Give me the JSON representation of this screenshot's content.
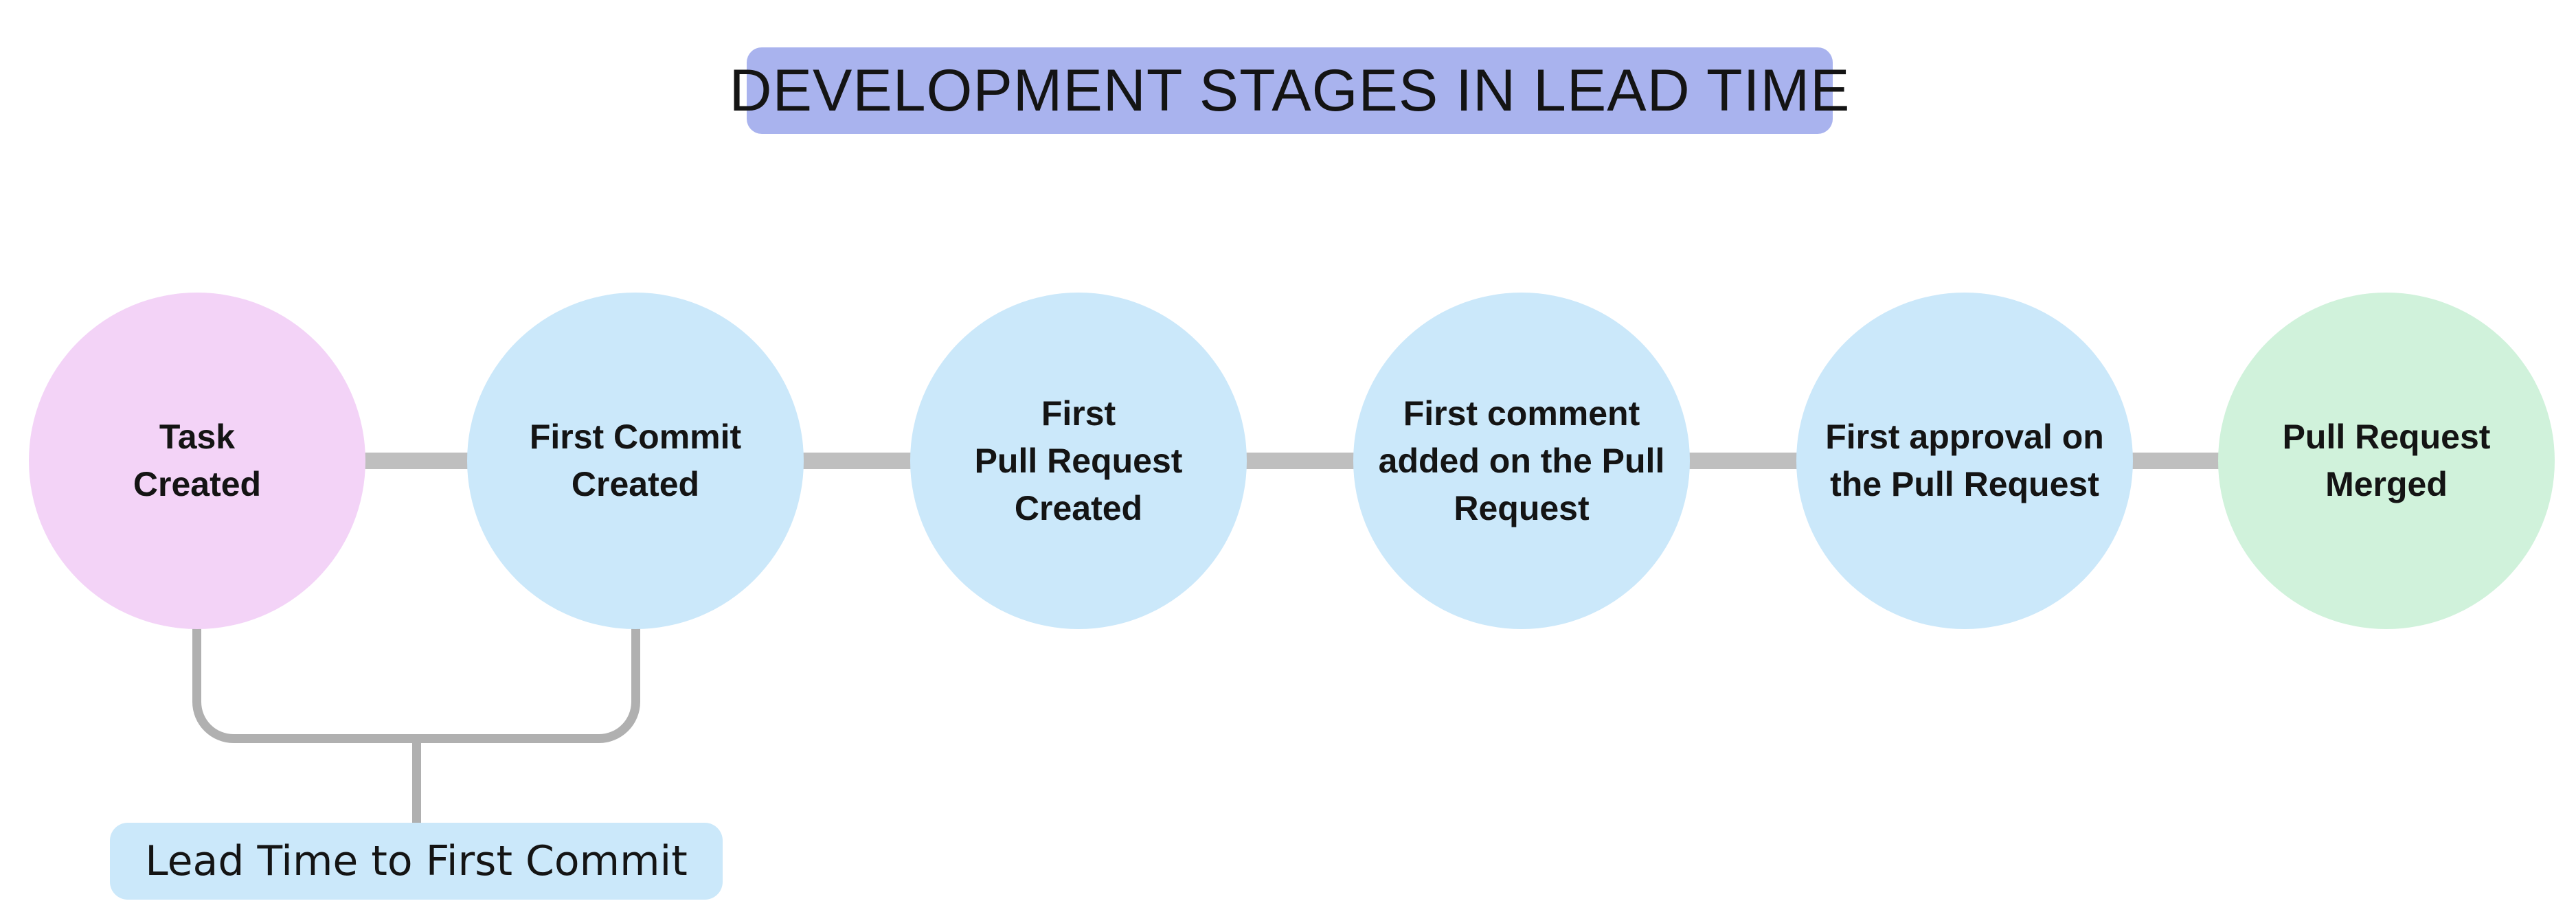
{
  "title": {
    "text": "DEVELOPMENT STAGES IN LEAD TIME",
    "bg_color": "#a9b3ee"
  },
  "stages": [
    {
      "label": "Task\nCreated",
      "fill_color": "#f3d3f7"
    },
    {
      "label": "First Commit\nCreated",
      "fill_color": "#cbe8fa"
    },
    {
      "label": "First\nPull Request\nCreated",
      "fill_color": "#cbe8fa"
    },
    {
      "label": "First comment\nadded on the Pull\nRequest",
      "fill_color": "#cbe8fa"
    },
    {
      "label": "First approval on\nthe Pull Request",
      "fill_color": "#cbe8fa"
    },
    {
      "label": "Pull Request\nMerged",
      "fill_color": "#d0f2db"
    }
  ],
  "connector": {
    "color": "#bfbfbf"
  },
  "bracket": {
    "color": "#b0b0b0"
  },
  "annotation": {
    "label": "Lead Time to First Commit",
    "bg_color": "#cbe8fa"
  }
}
